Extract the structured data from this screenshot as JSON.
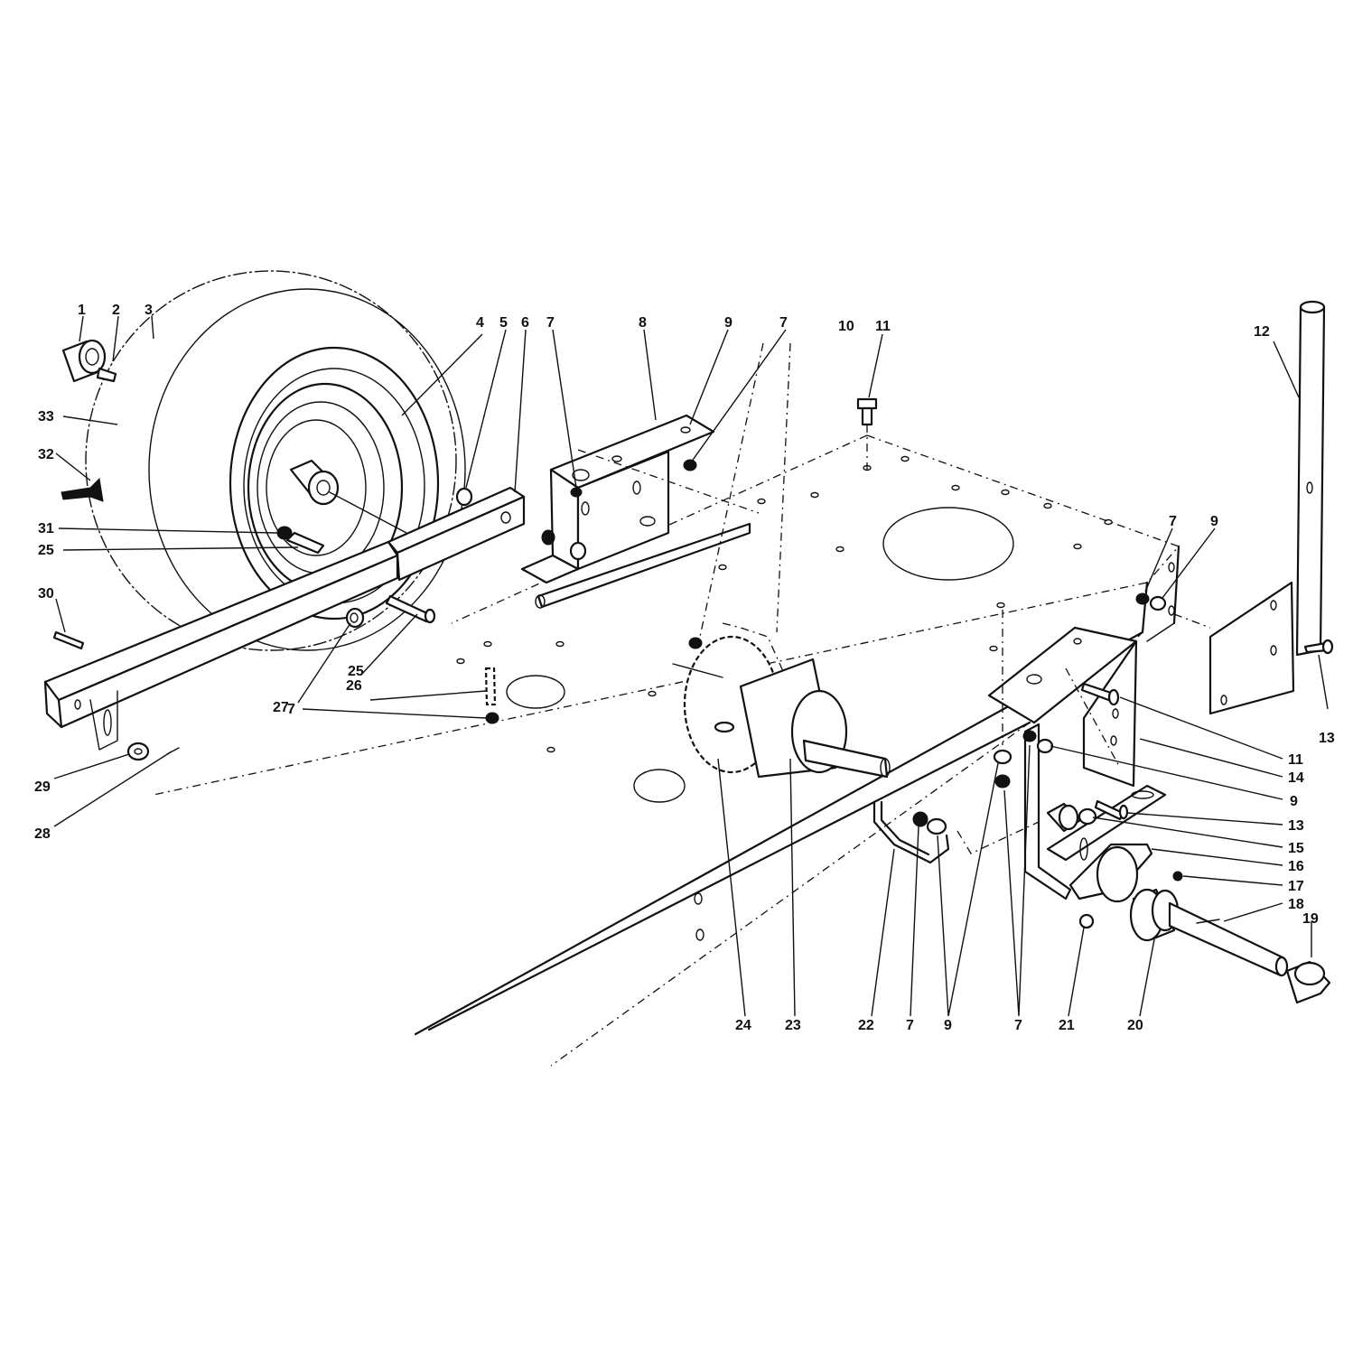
{
  "callouts": [
    {
      "id": "c1",
      "text": "1"
    },
    {
      "id": "c2",
      "text": "2"
    },
    {
      "id": "c3",
      "text": "3"
    },
    {
      "id": "c4",
      "text": "4"
    },
    {
      "id": "c5",
      "text": "5"
    },
    {
      "id": "c6",
      "text": "6"
    },
    {
      "id": "c7a",
      "text": "7"
    },
    {
      "id": "c8",
      "text": "8"
    },
    {
      "id": "c9a",
      "text": "9"
    },
    {
      "id": "c7b",
      "text": "7"
    },
    {
      "id": "c10",
      "text": "10"
    },
    {
      "id": "c11a",
      "text": "11"
    },
    {
      "id": "c12",
      "text": "12"
    },
    {
      "id": "c33",
      "text": "33"
    },
    {
      "id": "c32",
      "text": "32"
    },
    {
      "id": "c31",
      "text": "31"
    },
    {
      "id": "c25a",
      "text": "25"
    },
    {
      "id": "c30",
      "text": "30"
    },
    {
      "id": "c27",
      "text": "27"
    },
    {
      "id": "c26",
      "text": "26"
    },
    {
      "id": "c25b",
      "text": "25"
    },
    {
      "id": "c7c",
      "text": "7"
    },
    {
      "id": "c29",
      "text": "29"
    },
    {
      "id": "c28",
      "text": "28"
    },
    {
      "id": "c7d",
      "text": "7"
    },
    {
      "id": "c9b",
      "text": "9"
    },
    {
      "id": "c13a",
      "text": "13"
    },
    {
      "id": "c11b",
      "text": "11"
    },
    {
      "id": "c14",
      "text": "14"
    },
    {
      "id": "c9c",
      "text": "9"
    },
    {
      "id": "c13b",
      "text": "13"
    },
    {
      "id": "c15",
      "text": "15"
    },
    {
      "id": "c16",
      "text": "16"
    },
    {
      "id": "c17",
      "text": "17"
    },
    {
      "id": "c18",
      "text": "18"
    },
    {
      "id": "c19",
      "text": "19"
    },
    {
      "id": "c24",
      "text": "24"
    },
    {
      "id": "c23",
      "text": "23"
    },
    {
      "id": "c22",
      "text": "22"
    },
    {
      "id": "c7e",
      "text": "7"
    },
    {
      "id": "c9d",
      "text": "9"
    },
    {
      "id": "c7f",
      "text": "7"
    },
    {
      "id": "c21",
      "text": "21"
    },
    {
      "id": "c20",
      "text": "20"
    }
  ]
}
